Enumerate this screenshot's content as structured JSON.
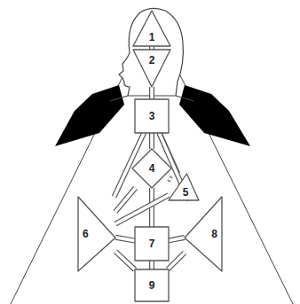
{
  "diagram": {
    "nodes": [
      {
        "text": [
          "1"
        ]
      },
      {
        "text": [
          "2"
        ]
      },
      {
        "text": [
          "3"
        ]
      },
      {
        "text": [
          "4"
        ]
      },
      {
        "text": [
          "5"
        ]
      },
      {
        "text": [
          "6"
        ]
      },
      {
        "text": [
          "7"
        ]
      },
      {
        "text": [
          "8"
        ]
      },
      {
        "text": [
          "9"
        ]
      }
    ],
    "edges": [
      {
        "from": 0,
        "to": 1,
        "arrow": "none"
      },
      {
        "from": 1,
        "to": 2,
        "arrow": "none"
      },
      {
        "from": 2,
        "to": 3,
        "arrow": "none"
      },
      {
        "from": 2,
        "to": 4,
        "arrow": "none"
      },
      {
        "from": 2,
        "to": 5,
        "arrow": "none"
      },
      {
        "from": 2,
        "to": 7,
        "arrow": "none"
      },
      {
        "from": 3,
        "to": 4,
        "arrow": "none"
      },
      {
        "from": 3,
        "to": 5,
        "arrow": "none"
      },
      {
        "from": 3,
        "to": 6,
        "arrow": "none"
      },
      {
        "from": 4,
        "to": 5,
        "arrow": "none"
      },
      {
        "from": 4,
        "to": 7,
        "arrow": "none"
      },
      {
        "from": 5,
        "to": 6,
        "arrow": "none"
      },
      {
        "from": 6,
        "to": 7,
        "arrow": "none"
      },
      {
        "from": 6,
        "to": 8,
        "arrow": "none"
      },
      {
        "from": 5,
        "to": 8,
        "arrow": "none"
      },
      {
        "from": 7,
        "to": 8,
        "arrow": "none"
      }
    ]
  }
}
